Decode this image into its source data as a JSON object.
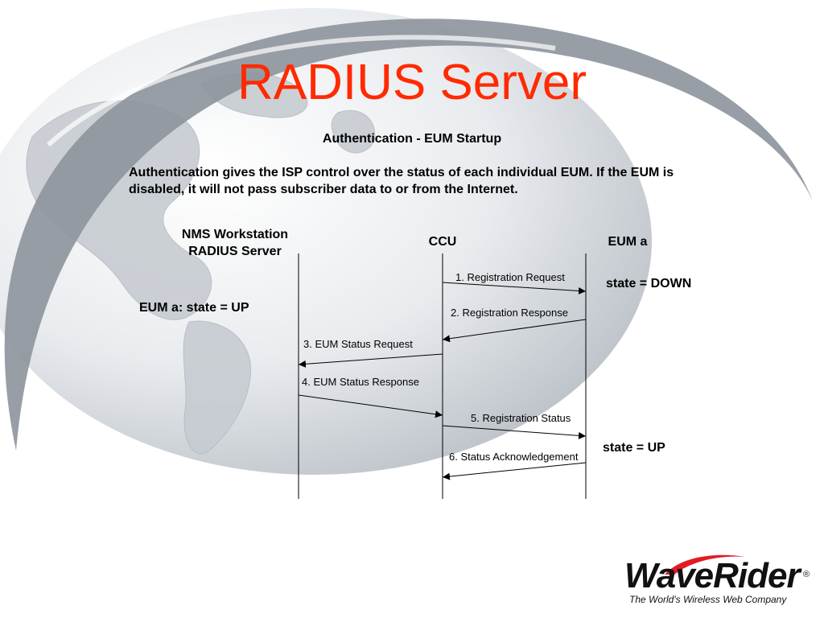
{
  "slide": {
    "title": "RADIUS Server",
    "subtitle": "Authentication - EUM Startup",
    "paragraph": "Authentication gives the ISP control over the status of each individual EUM.   If the EUM is disabled, it will not pass subscriber data to or from the Internet."
  },
  "diagram": {
    "participants": [
      {
        "line1": "NMS Workstation",
        "line2": "RADIUS Server"
      },
      {
        "line1": "CCU",
        "line2": ""
      },
      {
        "line1": "EUM a",
        "line2": ""
      }
    ],
    "states": {
      "nms_state": "EUM a: state = UP",
      "eum_state_down": "state = DOWN",
      "eum_state_up": "state = UP"
    },
    "messages": [
      {
        "label": "1. Registration Request",
        "from": 1,
        "to": 2
      },
      {
        "label": "2. Registration Response",
        "from": 2,
        "to": 1
      },
      {
        "label": "3. EUM Status Request",
        "from": 1,
        "to": 0
      },
      {
        "label": "4. EUM Status Response",
        "from": 0,
        "to": 1
      },
      {
        "label": "5. Registration Status",
        "from": 1,
        "to": 2
      },
      {
        "label": "6. Status Acknowledgement",
        "from": 2,
        "to": 1
      }
    ],
    "colors": {
      "title": "#ff2a00",
      "lines": "#000000"
    }
  },
  "logo": {
    "brand": "WaveRider",
    "registered": "®",
    "tagline": "The World's Wireless Web Company",
    "colors": {
      "swoosh": "#e21b23",
      "text": "#111111"
    }
  }
}
